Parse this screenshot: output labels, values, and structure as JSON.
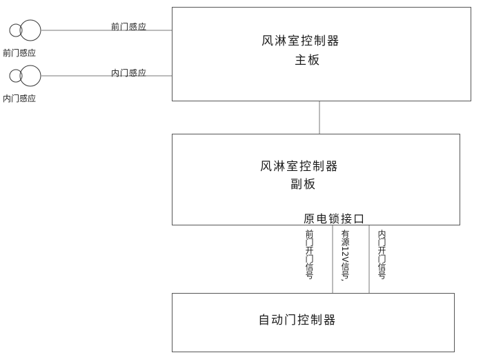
{
  "main_board": {
    "line1": "风淋室控制器",
    "line2": "主板"
  },
  "sub_board": {
    "line1": "风淋室控制器",
    "line2": "副板",
    "port": "原电锁接口"
  },
  "auto_door": {
    "label": "自动门控制器"
  },
  "sensors": [
    {
      "device_label": "前门感应",
      "wire_label": "前门感应",
      "icon": "dual-circle-sensor-icon"
    },
    {
      "device_label": "内门感应",
      "wire_label": "内门感应",
      "icon": "dual-circle-sensor-icon"
    }
  ],
  "signals": [
    {
      "label": "前门开门信号"
    },
    {
      "label": "有源12V信号,"
    },
    {
      "label": "内门开门信号"
    }
  ]
}
